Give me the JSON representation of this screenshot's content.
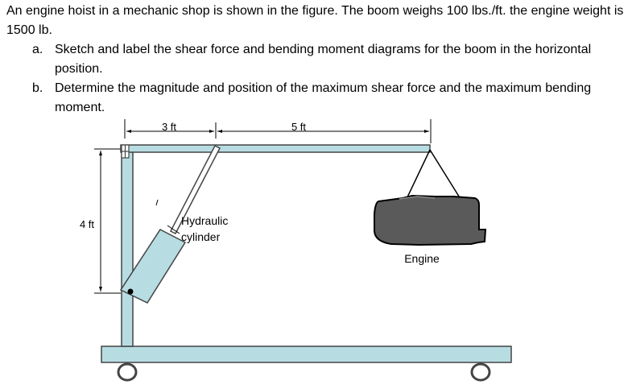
{
  "problem": {
    "intro": "An engine hoist in a mechanic shop is shown in the figure. The boom weighs 100 lbs./ft. the engine weight is 1500 lb.",
    "parts": [
      {
        "letter": "a.",
        "text": "Sketch and label the shear force and bending moment diagrams for the boom in the horizontal position."
      },
      {
        "letter": "b.",
        "text": "Determine the magnitude and position of the maximum shear force and the maximum bending moment."
      }
    ]
  },
  "figure": {
    "dim_left_label": "3 ft",
    "dim_right_label": "5 ft",
    "dim_height_label": "4 ft",
    "cylinder_label_line1": "Hydraulic",
    "cylinder_label_line2": "cylinder",
    "engine_label": "Engine",
    "colors": {
      "frame_fill": "#b7dde3",
      "outline": "#444444",
      "engine_fill": "#5a5a5a",
      "background": "#ffffff"
    }
  }
}
